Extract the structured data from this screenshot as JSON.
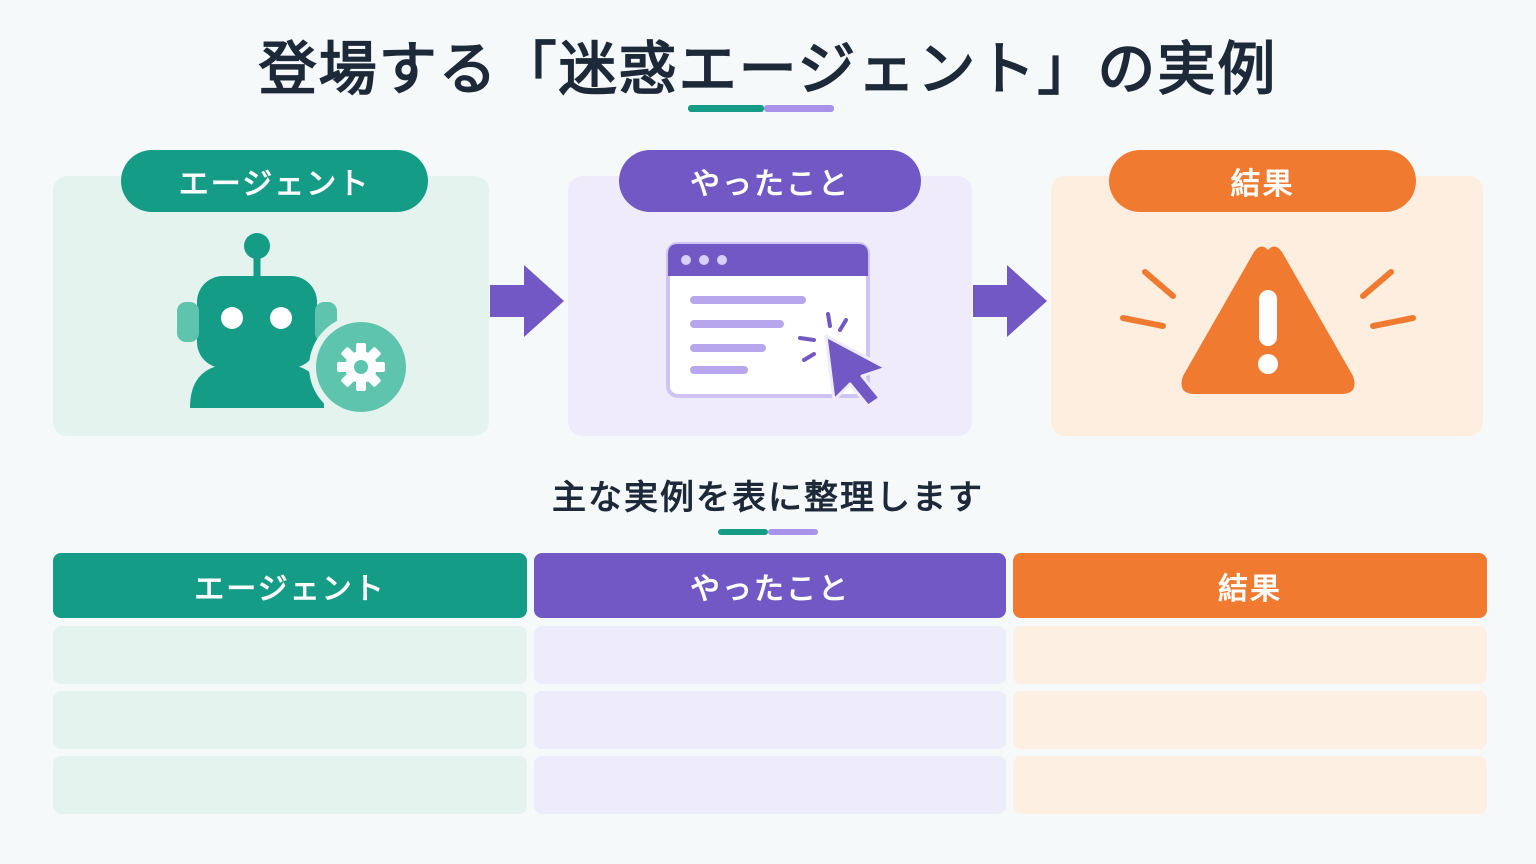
{
  "title": "登場する「迷惑エージェント」の実例",
  "flow": [
    {
      "label": "エージェント",
      "icon": "robot-gear-icon"
    },
    {
      "label": "やったこと",
      "icon": "browser-click-icon"
    },
    {
      "label": "結果",
      "icon": "warning-icon"
    }
  ],
  "subtitle": "主な実例を表に整理します",
  "table": {
    "headers": [
      "エージェント",
      "やったこと",
      "結果"
    ],
    "rows": [
      [
        "",
        "",
        ""
      ],
      [
        "",
        "",
        ""
      ],
      [
        "",
        "",
        ""
      ]
    ]
  },
  "colors": {
    "teal": "#149c86",
    "purple": "#7258c4",
    "orange": "#f07a30"
  }
}
